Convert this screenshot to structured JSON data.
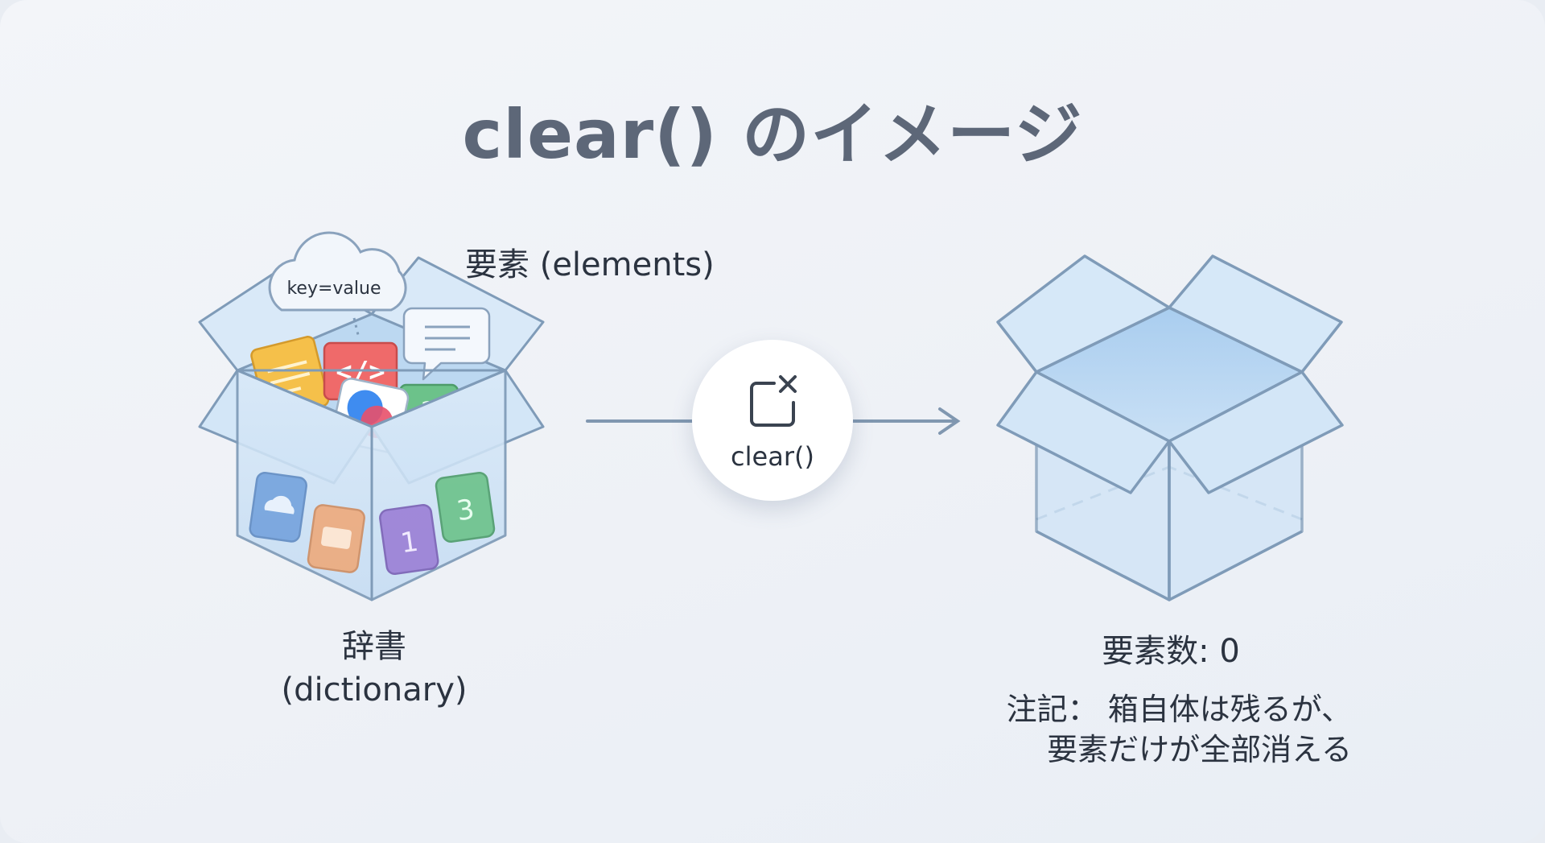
{
  "title": "clear() のイメージ",
  "labels": {
    "elements": "要素 (elements)",
    "dictionary_line1": "辞書",
    "dictionary_line2": "(dictionary)",
    "cloud_text": "key=value",
    "element_count": "要素数: 0",
    "note_line1": "注記： 箱自体は残るが、",
    "note_line2": "要素だけが全部消える"
  },
  "operation": {
    "label": "clear()",
    "icon": "clear-box-icon"
  },
  "item_numbers": {
    "tile_green": "3",
    "tile_purple": "1",
    "tile_green_top": "2"
  },
  "colors": {
    "box_fill": "#cfe3f6",
    "box_stroke": "#7f9bb8",
    "arrow": "#8097b0",
    "title": "#5d6778"
  }
}
